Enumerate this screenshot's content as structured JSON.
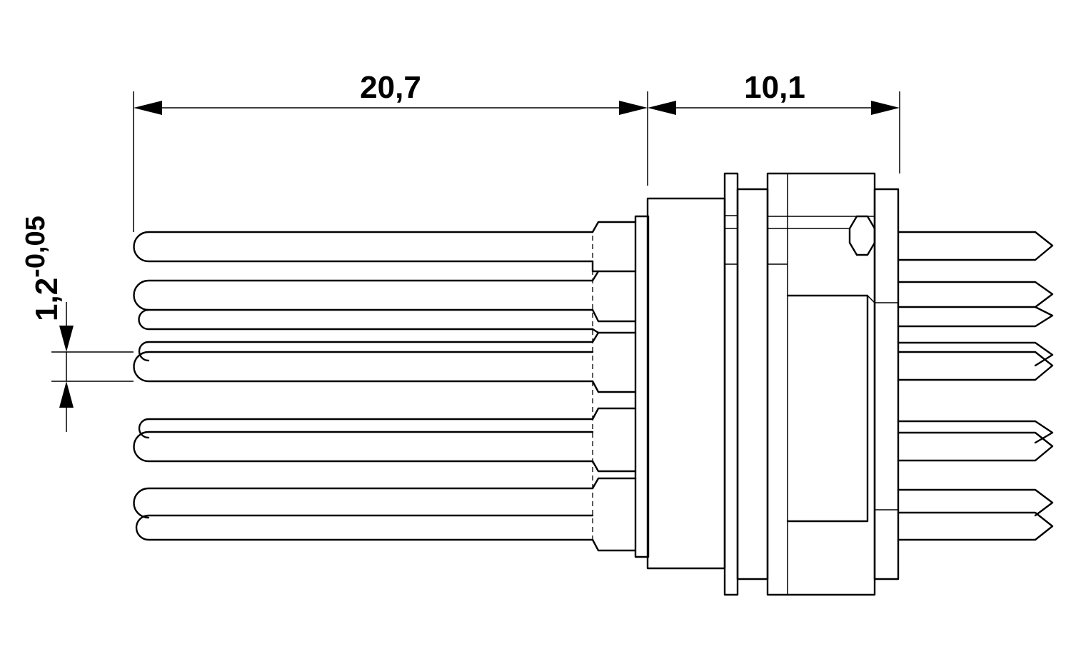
{
  "drawing": {
    "dimensions": {
      "pin_length": "20,7",
      "body_length": "10,1",
      "pin_diameter_nominal": "1,2",
      "pin_diameter_tolerance": "-0,05"
    }
  }
}
